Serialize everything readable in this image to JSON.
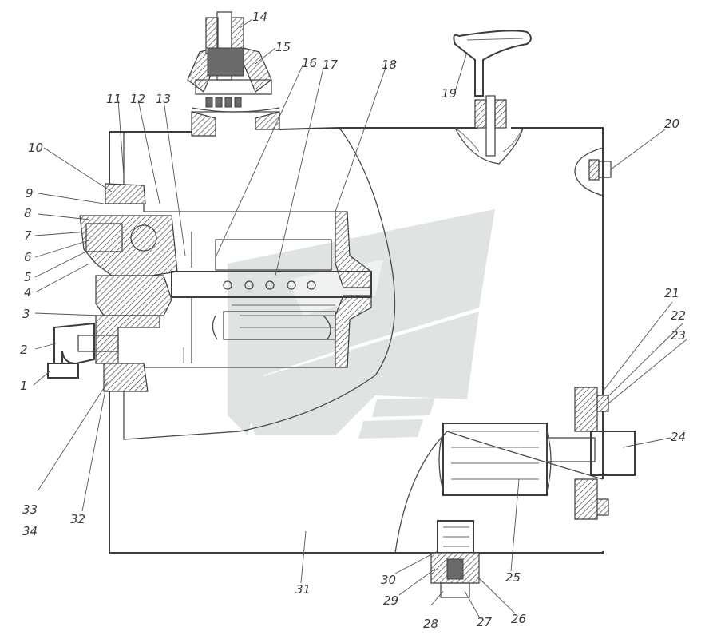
{
  "figure": {
    "callouts": [
      "1",
      "2",
      "3",
      "4",
      "5",
      "6",
      "7",
      "8",
      "9",
      "10",
      "11",
      "12",
      "13",
      "14",
      "15",
      "16",
      "17",
      "18",
      "19",
      "20",
      "21",
      "22",
      "23",
      "24",
      "25",
      "26",
      "27",
      "28",
      "29",
      "30",
      "31",
      "32",
      "33",
      "34"
    ]
  },
  "colors": {
    "line": "#3c3c3c",
    "hatch": "#6a6a6a",
    "watermark": "#dfe3e2",
    "background": "#ffffff"
  }
}
